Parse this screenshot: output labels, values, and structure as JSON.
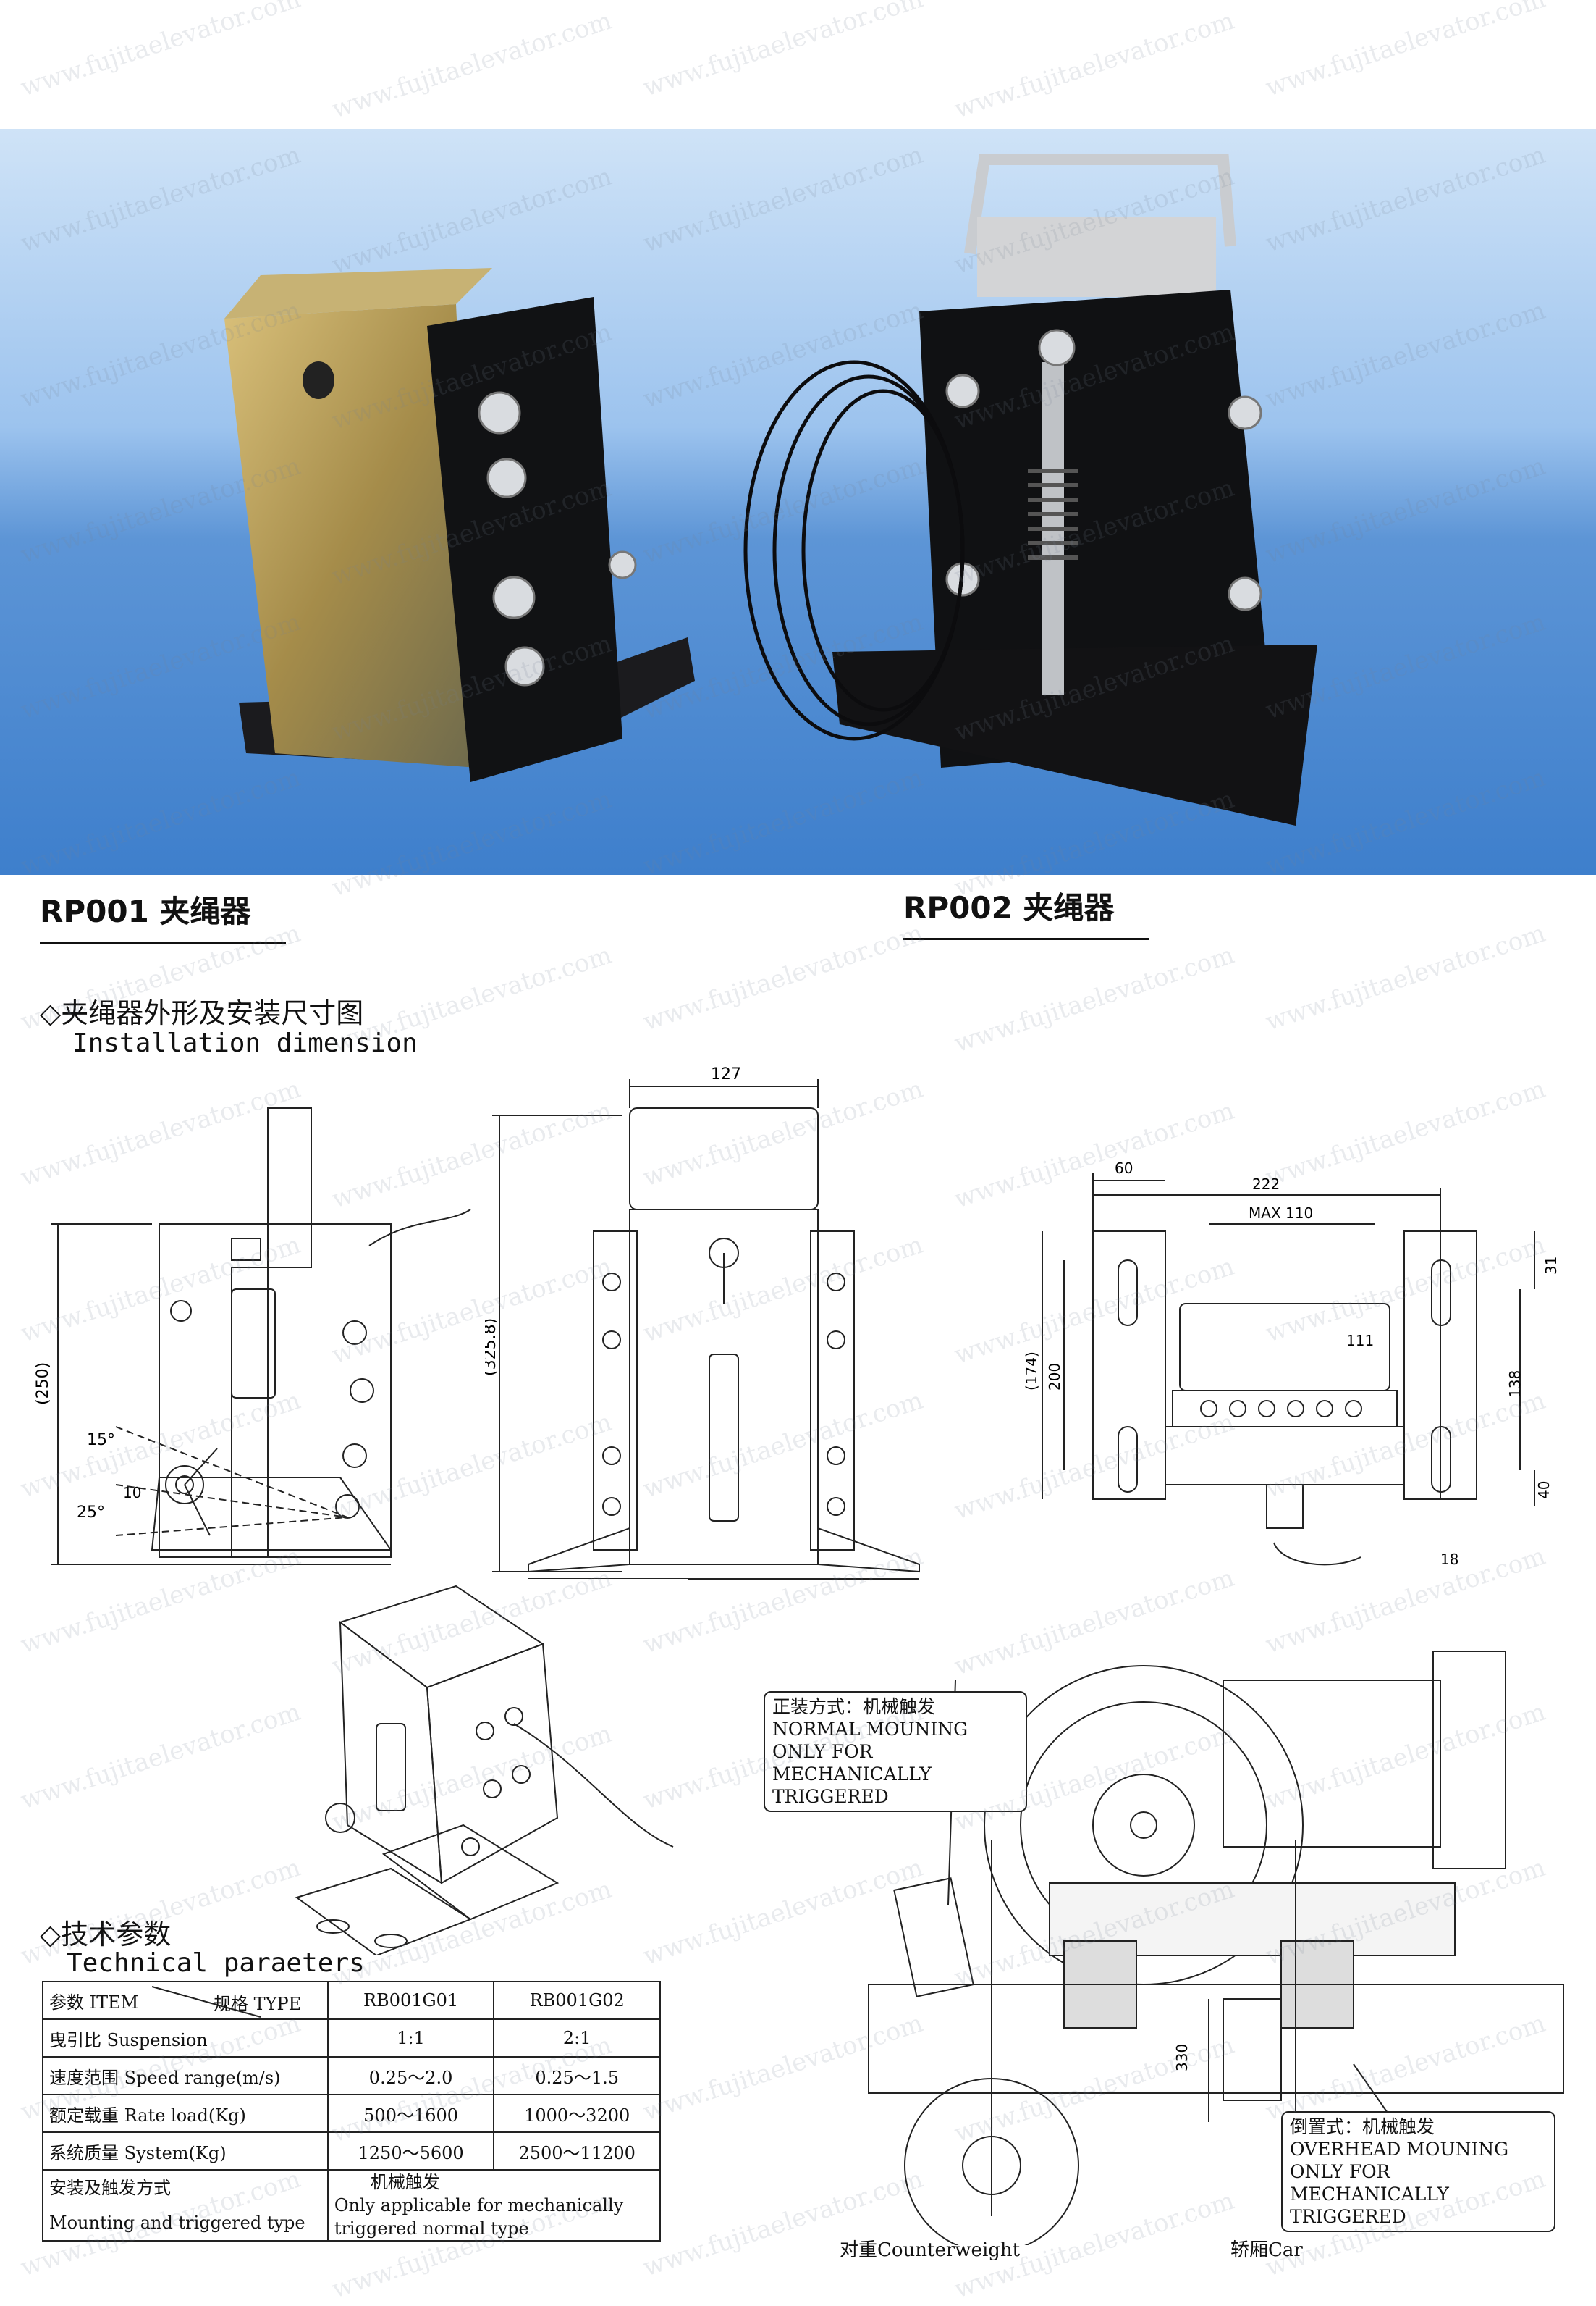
{
  "captions": {
    "rp001": "RP001  夹绳器",
    "rp002": "RP002  夹绳器"
  },
  "sections": {
    "install_zh": "◇夹绳器外形及安装尺寸图",
    "install_en": "Installation dimension",
    "params_zh": "◇技术参数",
    "params_en": "Technical paraeters"
  },
  "watermark_text": "www.fujitaelevator.com",
  "dimensions": {
    "side_height": "(250)",
    "angle_15": "15°",
    "angle_25": "25°",
    "offset_10": "10",
    "front_width": "127",
    "front_height": "(325.8)",
    "top_60": "60",
    "top_222": "222",
    "top_max110": "MAX 110",
    "top_111": "111",
    "top_174": "(174)",
    "top_200": "200",
    "top_31": "31",
    "top_138": "138",
    "top_40": "40",
    "top_18": "18",
    "install_330": "330"
  },
  "callouts": {
    "normal_zh": "正装方式：机械触发",
    "normal_en1": "NORMAL MOUNING ONLY FOR",
    "normal_en2": "MECHANICALLY TRIGGERED",
    "inverted_zh": "倒置式：机械触发",
    "inverted_en1": "OVERHEAD MOUNING ONLY FOR",
    "inverted_en2": "MECHANICALLY TRIGGERED"
  },
  "install_labels": {
    "counterweight": "对重Counterweight",
    "car": "轿厢Car"
  },
  "table": {
    "header_item": "参数 ITEM",
    "header_type": "规格 TYPE",
    "models": [
      "RB001G01",
      "RB001G02"
    ],
    "rows": [
      {
        "label": "曳引比 Suspension",
        "values": [
          "1:1",
          "2:1"
        ]
      },
      {
        "label": "速度范围  Speed range(m/s)",
        "values": [
          "0.25～2.0",
          "0.25～1.5"
        ]
      },
      {
        "label": "额定载重 Rate load(Kg)",
        "values": [
          "500～1600",
          "1000～3200"
        ]
      },
      {
        "label": "系统质量 System(Kg)",
        "values": [
          "1250～5600",
          "2500～11200"
        ]
      }
    ],
    "mount_label_zh": "安装及触发方式",
    "mount_label_en": "Mounting and triggered type",
    "mount_value_zh": "机械触发",
    "mount_value_en1": "Only applicable for mechanically",
    "mount_value_en2": "triggered normal type"
  }
}
